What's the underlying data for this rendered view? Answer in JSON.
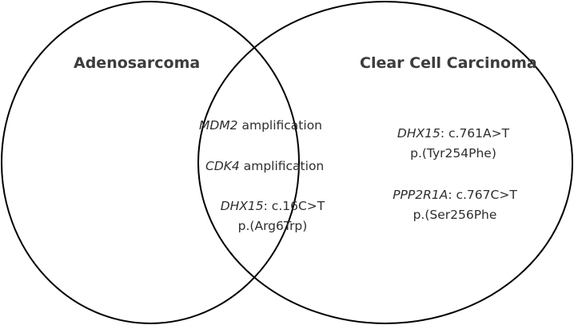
{
  "sets": {
    "left_label": "Adenosarcoma",
    "right_label": "Clear Cell Carcinoma"
  },
  "overlap": {
    "items": [
      {
        "gene": "MDM2",
        "text": " amplification"
      },
      {
        "gene": "CDK4",
        "text": " amplification"
      },
      {
        "gene": "DHX15",
        "text": ": c.16C>T",
        "line2": "p.(Arg6Trp)"
      }
    ]
  },
  "right_only": {
    "items": [
      {
        "gene": "DHX15",
        "text": ": c.761A>T",
        "line2": "p.(Tyr254Phe)"
      },
      {
        "gene": "PPP2R1A",
        "text": ": c.767C>T",
        "line2": "p.(Ser256Phe"
      }
    ]
  },
  "colors": {
    "stroke": "#000000",
    "text": "#333333",
    "background": "#ffffff"
  }
}
